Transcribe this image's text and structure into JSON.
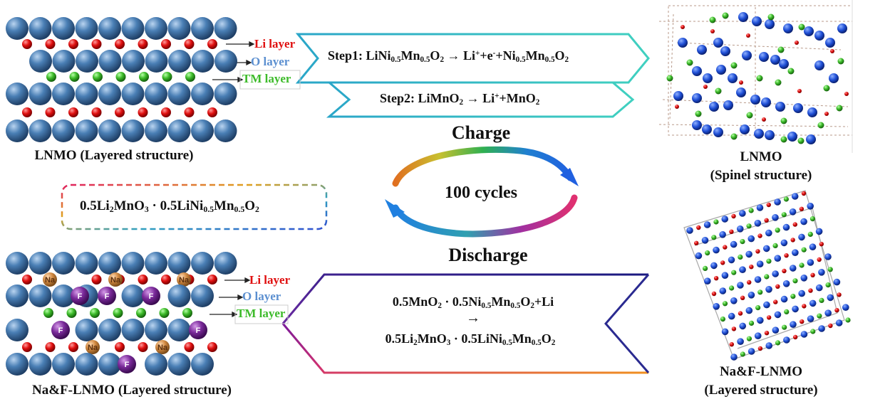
{
  "colors": {
    "li": "#e01010",
    "o": "#5b8fd0",
    "tm": "#3dbb2a",
    "na": "#d08840",
    "f": "#7a2a9a",
    "sphere": "#4a7fb5"
  },
  "structures": {
    "top_left_caption": "LNMO (Layered structure)",
    "bottom_left_caption": "Na&F-LNMO (Layered structure)",
    "top_right_caption_line1": "LNMO",
    "top_right_caption_line2": "(Spinel structure)",
    "bottom_right_caption_line1": "Na&F-LNMO",
    "bottom_right_caption_line2": "(Layered structure)"
  },
  "layer_labels": {
    "li": "Li layer",
    "o": "O layer",
    "tm": "TM layer"
  },
  "atom_labels": {
    "na": "Na",
    "f": "F"
  },
  "steps": {
    "step1_prefix": "Step1: LiNi",
    "step2_prefix": "Step2: LiMnO",
    "step2_rest": "→ Li",
    "step2_end": "+MnO"
  },
  "cycle": {
    "charge": "Charge",
    "discharge": "Discharge",
    "cycles": "100 cycles"
  },
  "formula_box": "0.5Li2MnO3 · 0.5LiNi0.5Mn0.5O2",
  "discharge_reaction": {
    "line1": "0.5MnO2 · 0.5Ni0.5Mn0.5O2+Li",
    "arrow": "→",
    "line2": "0.5Li2MnO3 · 0.5LiNi0.5Mn0.5O2"
  }
}
